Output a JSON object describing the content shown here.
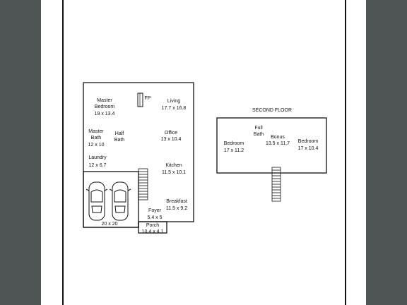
{
  "rooms": {
    "master_bedroom": {
      "name_line1": "Master",
      "name_line2": "Bedroom",
      "size": "19 x 13.4"
    },
    "fp": {
      "name": "FP"
    },
    "living": {
      "name": "Living",
      "size": "17.7 x 16.8"
    },
    "master_bath": {
      "name_line1": "Master",
      "name_line2": "Bath",
      "size": "12 x 10"
    },
    "half_bath": {
      "name_line1": "Half",
      "name_line2": "Bath"
    },
    "office": {
      "name": "Office",
      "size": "13 x 10.4"
    },
    "laundry": {
      "name": "Laundry",
      "size": "12 x 6.7"
    },
    "kitchen": {
      "name": "Kitchen",
      "size": "11.5 x 10.1"
    },
    "breakfast": {
      "name": "Breakfast",
      "size": "11.5 x 9.2"
    },
    "foyer": {
      "name": "Foyer",
      "size": "5.4 x 5"
    },
    "garage": {
      "size": "20 x 20"
    },
    "porch": {
      "name": "Porch",
      "size": "10.4 x 4.1"
    }
  },
  "second_floor": {
    "title": "SECOND FLOOR",
    "full_bath": {
      "name_line1": "Full",
      "name_line2": "Bath"
    },
    "bonus": {
      "name": "Bonus",
      "size": "13.5 x 11.7"
    },
    "bedroom_left": {
      "name": "Bedroom",
      "size": "17 x 11.2"
    },
    "bedroom_right": {
      "name": "Bedroom",
      "size": "17 x 10.4"
    }
  },
  "colors": {
    "background": "#4f5457",
    "page": "#ffffff",
    "ink": "#111111"
  }
}
